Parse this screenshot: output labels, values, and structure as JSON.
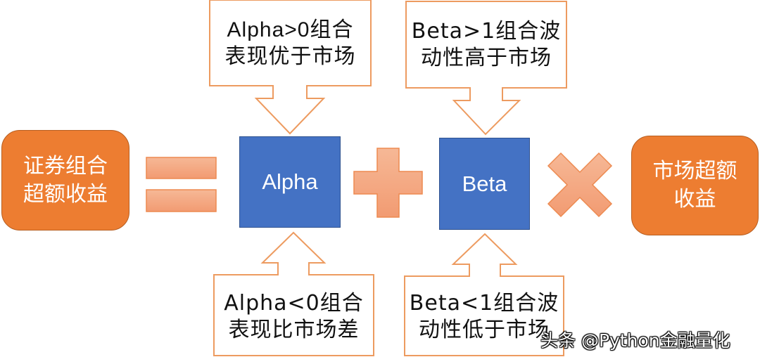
{
  "diagram": {
    "left_result": {
      "line1": "证券组合",
      "line2": "超额收益"
    },
    "equals_operator": "equals",
    "alpha_box": {
      "label": "Alpha"
    },
    "plus_operator": "plus",
    "beta_box": {
      "label": "Beta"
    },
    "times_operator": "multiply",
    "right_factor": {
      "line1": "市场超额",
      "line2": "收益"
    },
    "callouts": {
      "alpha_positive": {
        "line1": "Alpha>0组合",
        "line2": "表现优于市场"
      },
      "beta_high": {
        "line1": "Beta>1组合波",
        "line2": "动性高于市场"
      },
      "alpha_negative": {
        "line1": "Alpha<0组合",
        "line2": "表现比市场差"
      },
      "beta_low": {
        "line1": "Beta<1组合波",
        "line2": "动性低于市场"
      }
    },
    "colors": {
      "orange_fill": "#ED7D31",
      "blue_fill": "#4472C4",
      "operator_fill": "#F4A582",
      "callout_border": "#ED9B60"
    }
  },
  "watermark": {
    "text": "头条 @Python金融量化"
  }
}
